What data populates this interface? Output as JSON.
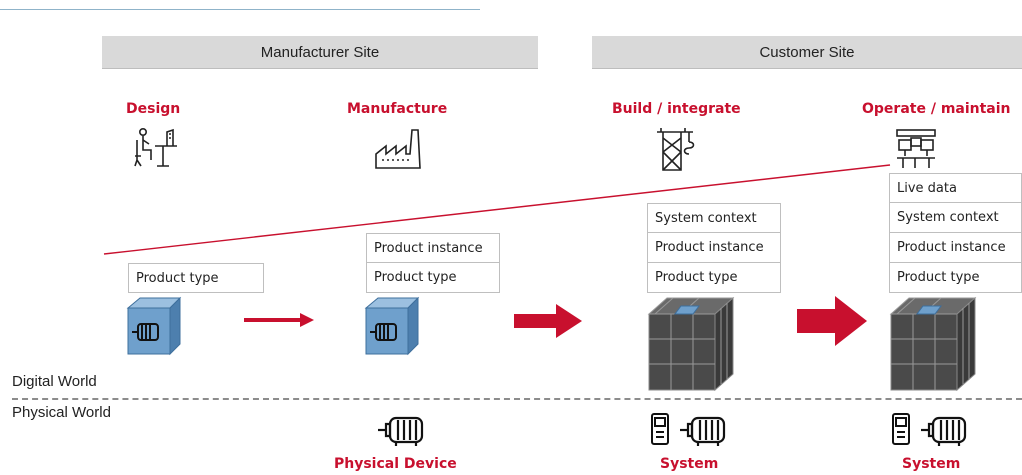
{
  "sites": {
    "manufacturer": "Manufacturer Site",
    "customer": "Customer Site"
  },
  "phases": {
    "design": "Design",
    "manufacture": "Manufacture",
    "build": "Build / integrate",
    "operate": "Operate / maintain"
  },
  "stacks": {
    "design": [
      "Product type"
    ],
    "manufacture": [
      "Product instance",
      "Product type"
    ],
    "build": [
      "System context",
      "Product instance",
      "Product type"
    ],
    "operate": [
      "Live data",
      "System context",
      "Product instance",
      "Product type"
    ]
  },
  "worlds": {
    "digital": "Digital World",
    "physical": "Physical World"
  },
  "bottom_labels": {
    "physical_device": "Physical Device",
    "system_build": "System",
    "system_operate": "System"
  },
  "icons": [
    "designer-desk-icon",
    "factory-icon",
    "crane-icon",
    "control-room-icon",
    "motor-icon",
    "drive-icon",
    "cube-icon",
    "grid-cube-icon",
    "arrow-icon"
  ],
  "colors": {
    "accent_red": "#c8102e",
    "site_bar": "#d9d9d9",
    "cube_blue": "#6fa0cc",
    "grid_cube": "#555555"
  }
}
